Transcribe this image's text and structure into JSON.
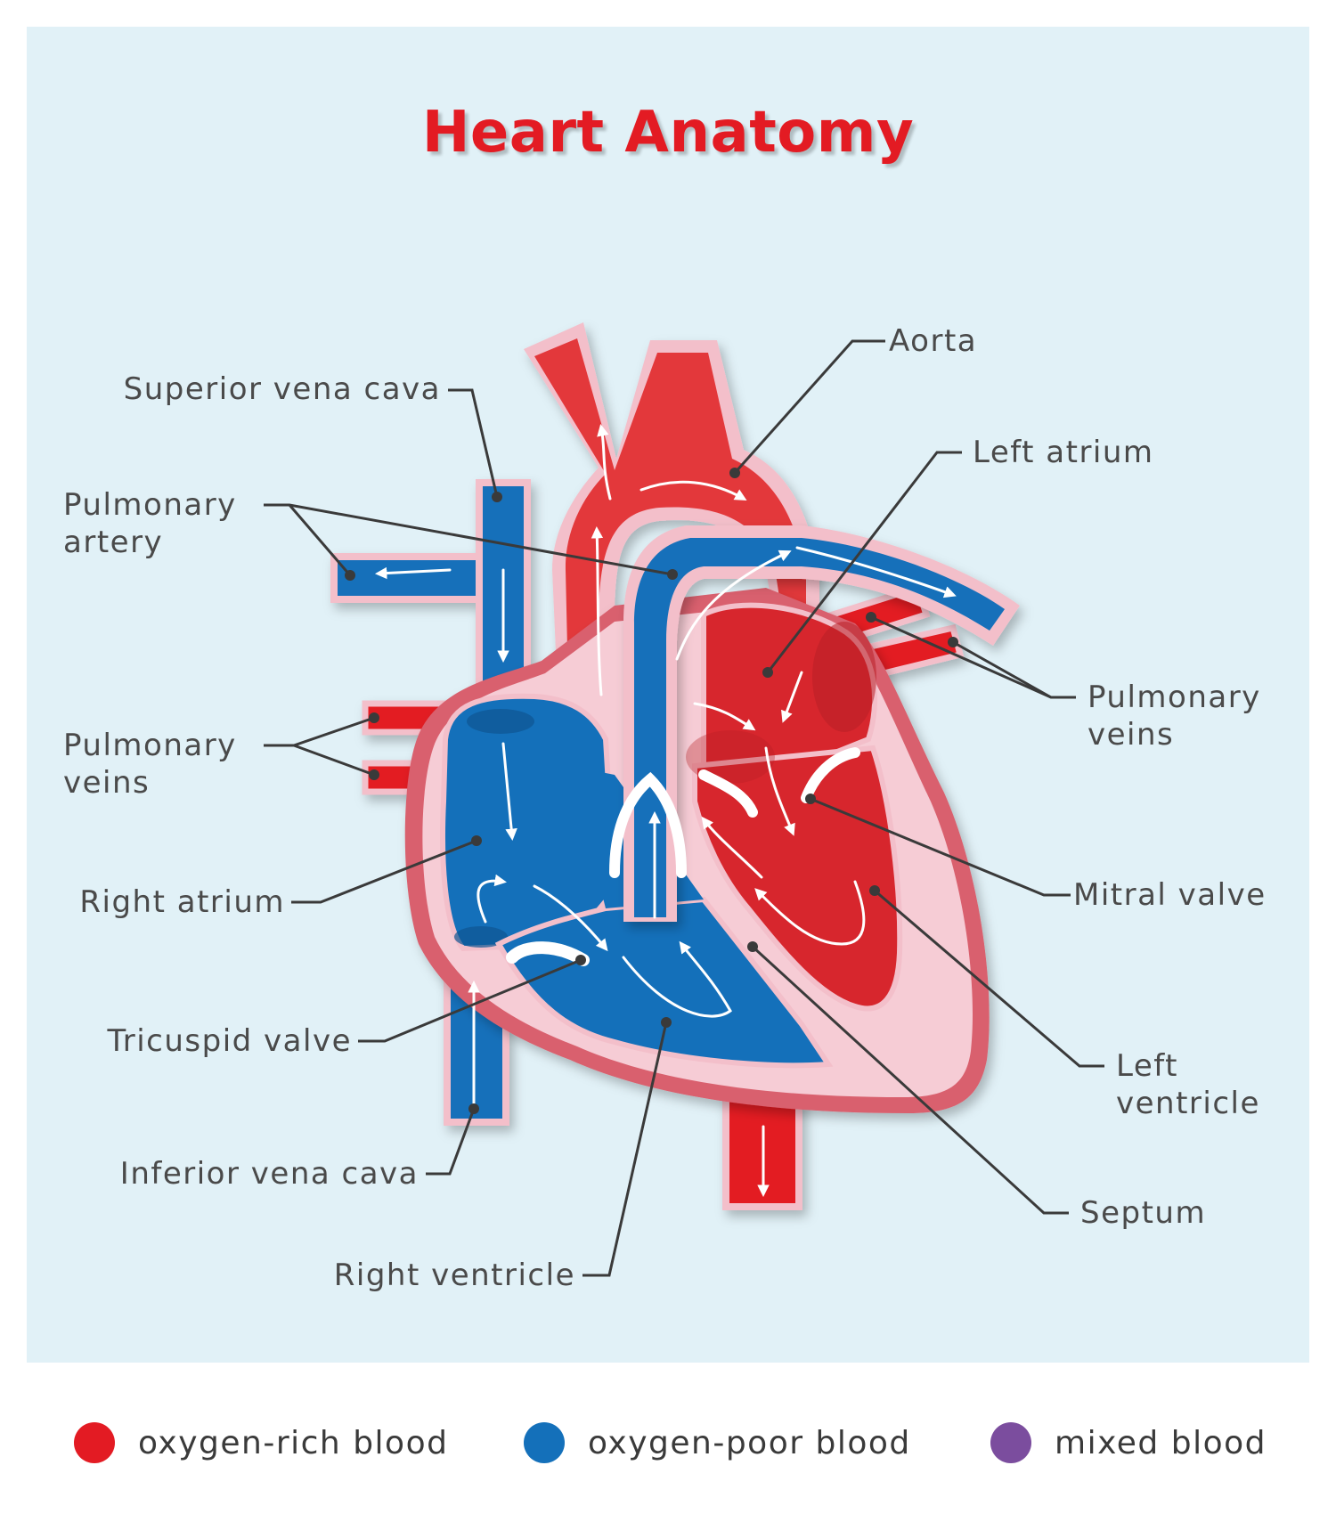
{
  "title": "Heart Anatomy",
  "labels": {
    "superior_vena_cava": "Superior vena cava",
    "pulmonary_artery_1": "Pulmonary",
    "pulmonary_artery_2": "artery",
    "pulmonary_veins_left_1": "Pulmonary",
    "pulmonary_veins_left_2": "veins",
    "right_atrium": "Right atrium",
    "tricuspid_valve": "Tricuspid valve",
    "inferior_vena_cava": "Inferior vena cava",
    "right_ventricle": "Right ventricle",
    "aorta": "Aorta",
    "left_atrium": "Left atrium",
    "pulmonary_veins_right_1": "Pulmonary",
    "pulmonary_veins_right_2": "veins",
    "mitral_valve": "Mitral valve",
    "left_ventricle_1": "Left",
    "left_ventricle_2": "ventricle",
    "septum": "Septum"
  },
  "legend": [
    {
      "label": "oxygen-rich blood",
      "color": "#e31b23"
    },
    {
      "label": "oxygen-poor blood",
      "color": "#1470ba"
    },
    {
      "label": "mixed blood",
      "color": "#7b4d9e"
    }
  ],
  "colors": {
    "oxygen_rich": "#e31b23",
    "oxygen_poor": "#1470ba",
    "heart_wall": "#f6ccd5",
    "heart_outline": "#d9606e",
    "background": "#e1f1f7"
  }
}
